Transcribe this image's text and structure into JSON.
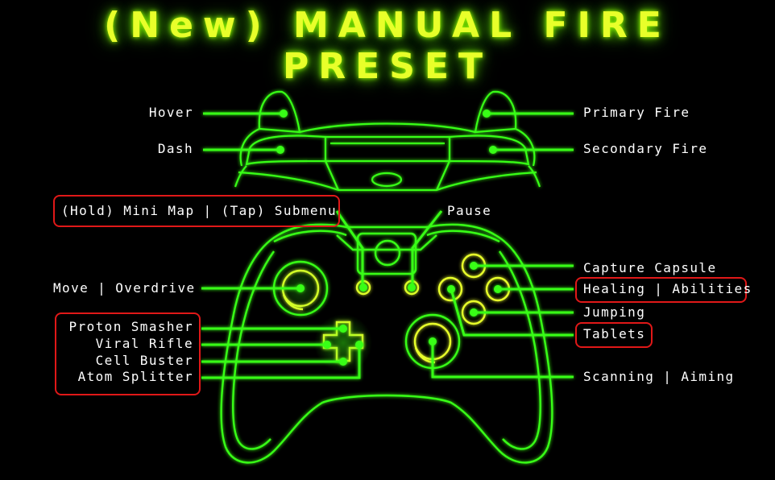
{
  "title": "(New) MANUAL FIRE PRESET",
  "colors": {
    "neon_green": "#39ff14",
    "title_yellow": "#e8ff2a",
    "highlight_box": "#e01818",
    "label_text": "#ffffff",
    "background": "#000000"
  },
  "labels": {
    "hover": "Hover",
    "dash": "Dash",
    "primary_fire": "Primary Fire",
    "secondary_fire": "Secondary Fire",
    "mini_map": "(Hold) Mini Map | (Tap) Submenu",
    "pause": "Pause",
    "move_overdrive": "Move | Overdrive",
    "capture_capsule": "Capture Capsule",
    "healing_abilities": "Healing | Abilities",
    "jumping": "Jumping",
    "tablets": "Tablets",
    "proton_smasher": "Proton Smasher",
    "viral_rifle": "Viral Rifle",
    "cell_buster": "Cell Buster",
    "atom_splitter": "Atom Splitter",
    "scanning_aiming": "Scanning | Aiming"
  }
}
